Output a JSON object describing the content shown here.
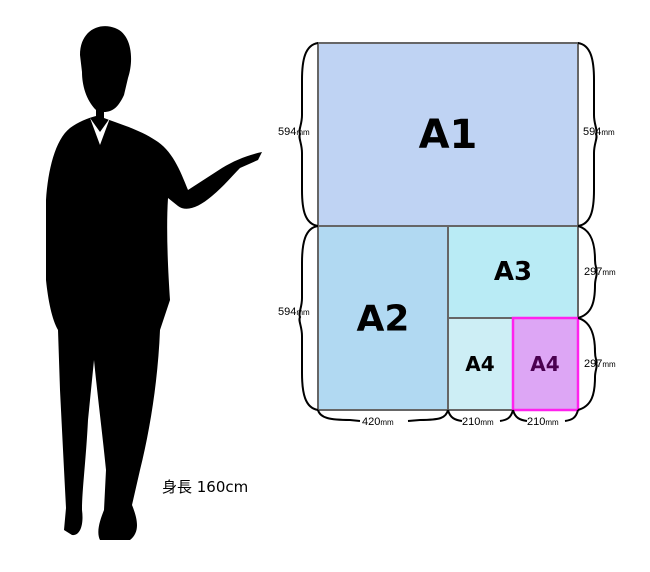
{
  "person": {
    "height_label": "身長 160cm"
  },
  "sheets": [
    {
      "id": "a1",
      "label": "A1",
      "color": "#bfd3f3"
    },
    {
      "id": "a2",
      "label": "A2",
      "color": "#b1d9f2"
    },
    {
      "id": "a3",
      "label": "A3",
      "color": "#b9ebf5"
    },
    {
      "id": "a4",
      "label": "A4",
      "color": "#cdeef5"
    },
    {
      "id": "a4-highlight",
      "label": "A4",
      "color": "#dda6f5",
      "border": "#ff22ee",
      "text_color": "#4a0050"
    }
  ],
  "dimensions": {
    "a1_left": "594",
    "a1_right": "594",
    "a2_left": "594",
    "a3_right": "297",
    "a4_right": "297",
    "a2_bottom": "420",
    "a4_bottom": "210",
    "a4h_bottom": "210",
    "unit": "mm"
  }
}
